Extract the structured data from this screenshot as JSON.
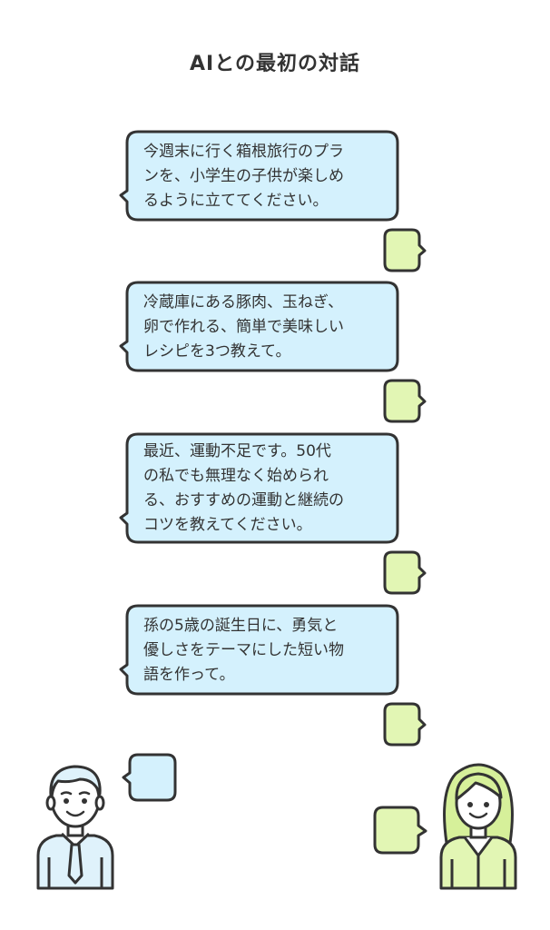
{
  "title": "AIとの最初の対話",
  "colors": {
    "user_bubble": "#d4f1fd",
    "ai_bubble": "#e2f6b4",
    "outline": "#333333",
    "man_shirt": "#dff2fb",
    "woman_hair": "#d6f09a"
  },
  "messages": [
    {
      "role": "user",
      "text": "今週末に行く箱根旅行のプラ\nンを、小学生の子供が楽しめ\nるように立ててください。"
    },
    {
      "role": "ai",
      "text": ""
    },
    {
      "role": "user",
      "text": "冷蔵庫にある豚肉、玉ねぎ、\n卵で作れる、簡単で美味しい\nレシピを3つ教えて。"
    },
    {
      "role": "ai",
      "text": ""
    },
    {
      "role": "user",
      "text": "最近、運動不足です。50代\nの私でも無理なく始められ\nる、おすすめの運動と継続の\nコツを教えてください。"
    },
    {
      "role": "ai",
      "text": ""
    },
    {
      "role": "user",
      "text": "孫の5歳の誕生日に、勇気と\n優しさをテーマにした短い物\n語を作って。"
    },
    {
      "role": "ai",
      "text": ""
    }
  ],
  "icons": {
    "user_person": "man-icon",
    "ai_person": "woman-icon",
    "user_speech": "speech-bubble-icon",
    "ai_speech": "speech-bubble-icon"
  }
}
